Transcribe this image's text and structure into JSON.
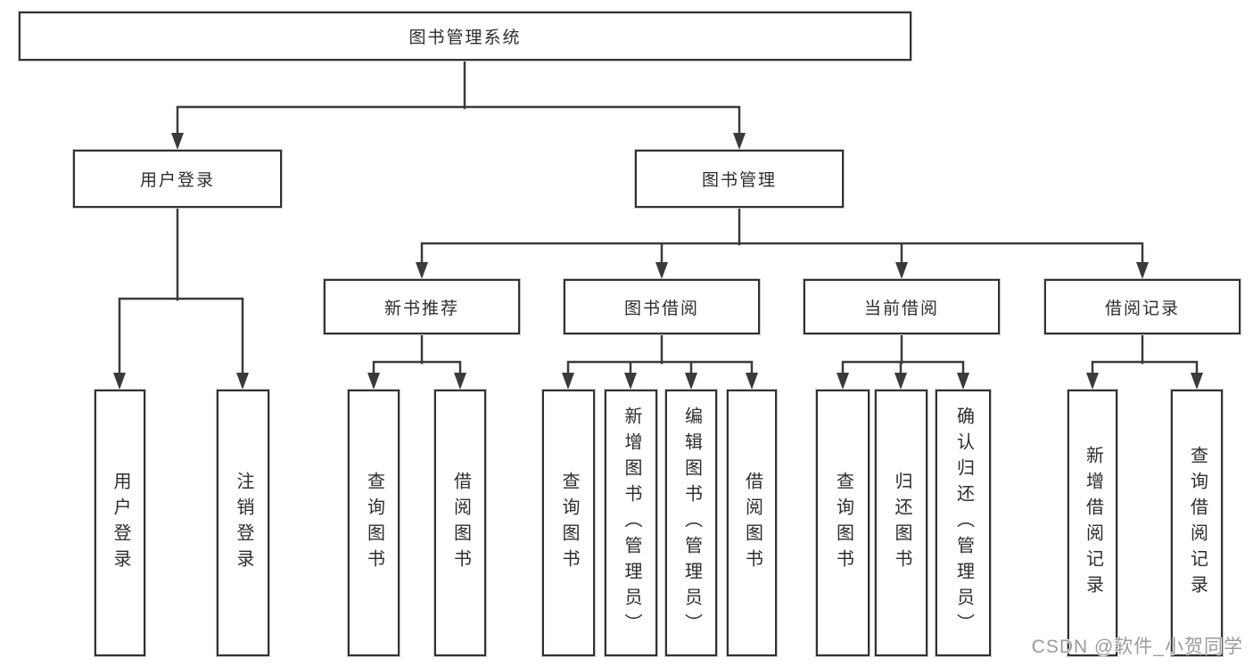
{
  "colors": {
    "line": "#3a3a3a",
    "border": "#313131",
    "text": "#2d2d2d",
    "watermark": "#9b9b9b",
    "background": "#ffffff"
  },
  "tree": {
    "root": "图书管理系统",
    "level2": [
      "用户登录",
      "图书管理"
    ],
    "level3": [
      "新书推荐",
      "图书借阅",
      "当前借阅",
      "借阅记录"
    ],
    "leaves": {
      "user": [
        "用户登录",
        "注销登录"
      ],
      "recommend": [
        "查询图书",
        "借阅图书"
      ],
      "borrow": [
        "查询图书",
        "新增图书（管理员）",
        "编辑图书（管理员）",
        "借阅图书"
      ],
      "current": [
        "查询图书",
        "归还图书",
        "确认归还（管理员）"
      ],
      "record": [
        "新增借阅记录",
        "查询借阅记录"
      ]
    }
  },
  "watermark": {
    "text": "CSDN @软件_小贺同学"
  }
}
